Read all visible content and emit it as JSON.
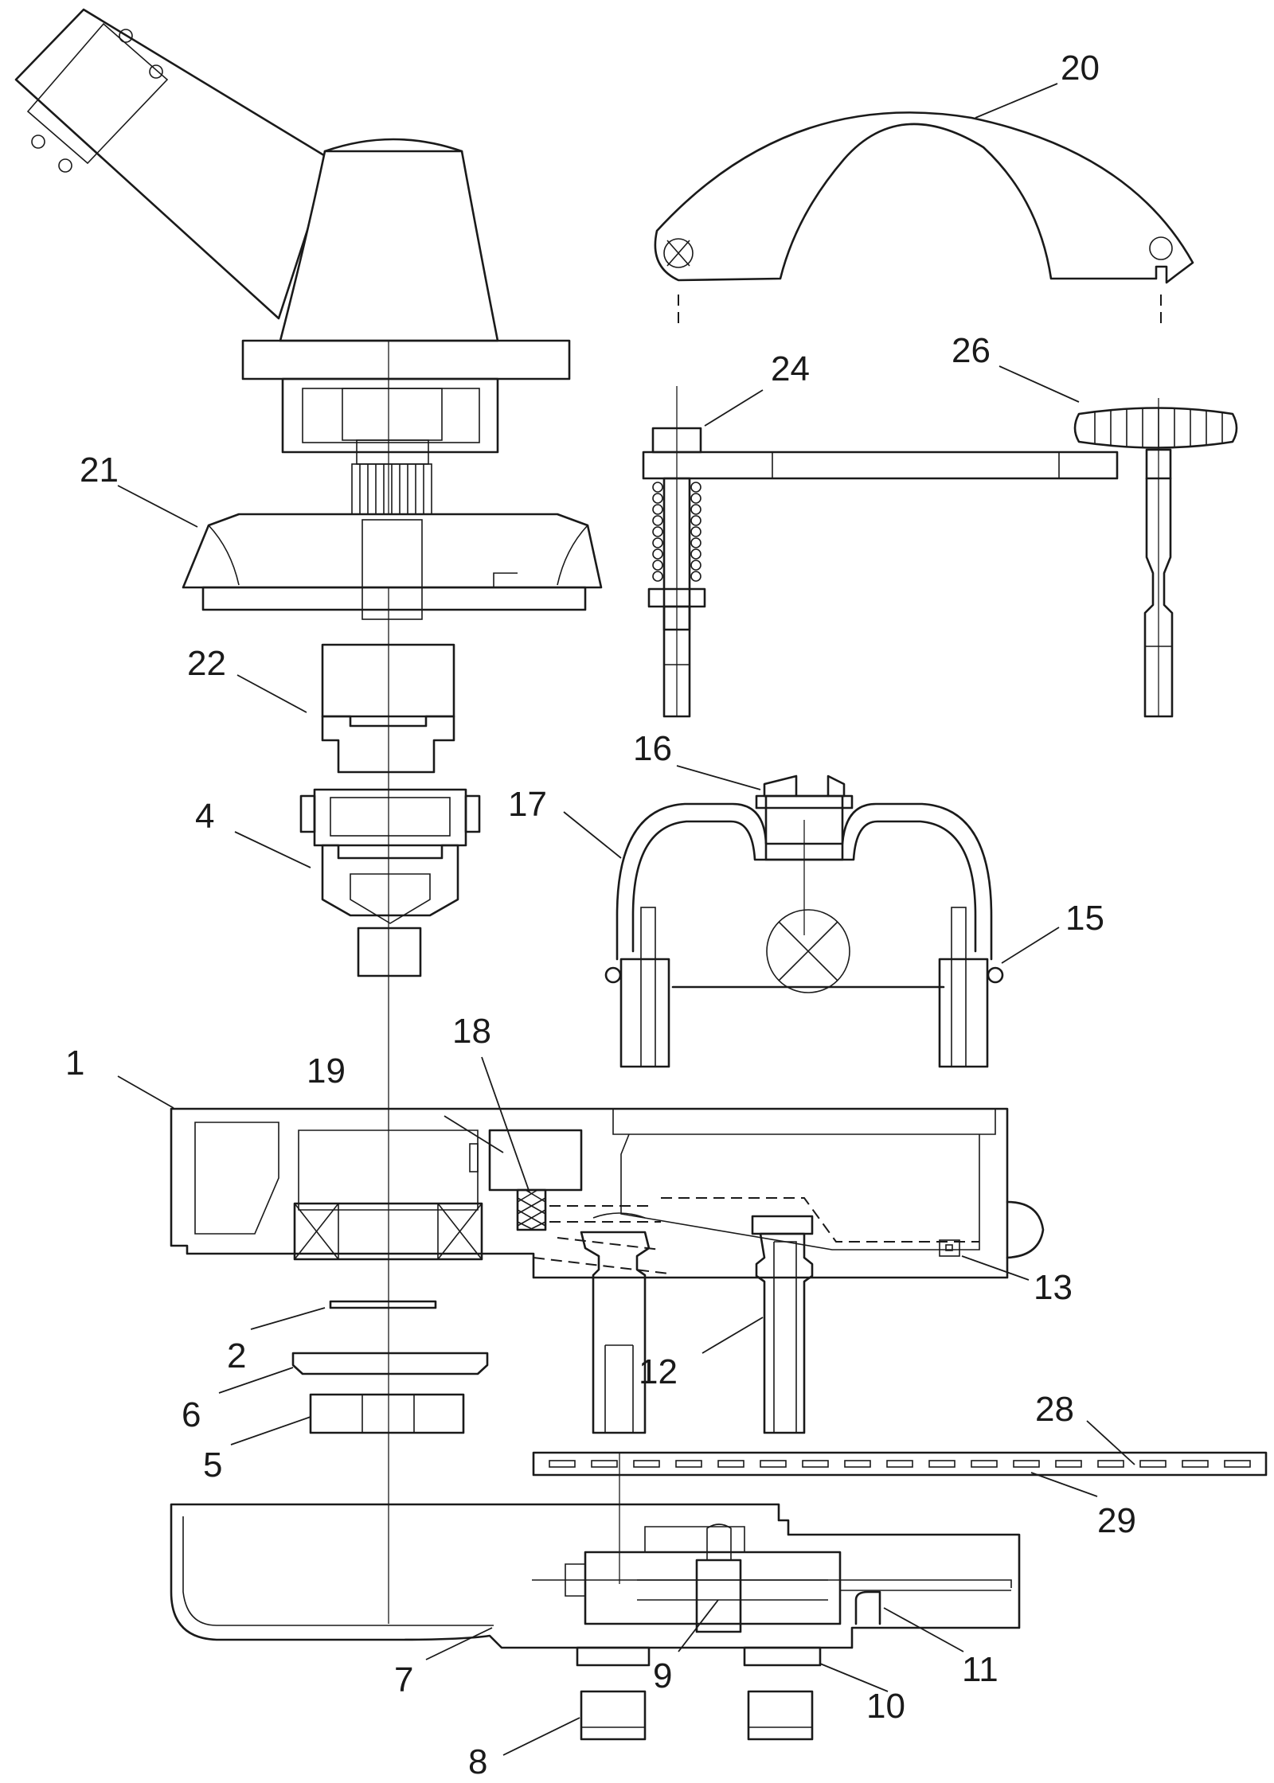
{
  "labels": {
    "l1": "1",
    "l2": "2",
    "l4": "4",
    "l5": "5",
    "l6": "6",
    "l7": "7",
    "l8": "8",
    "l9": "9",
    "l10": "10",
    "l11": "11",
    "l12": "12",
    "l13": "13",
    "l15": "15",
    "l16": "16",
    "l17": "17",
    "l18": "18",
    "l19": "19",
    "l20": "20",
    "l21": "21",
    "l22": "22",
    "l24": "24",
    "l26": "26",
    "l28": "28",
    "l29": "29"
  },
  "colors": {
    "line": "#1a1a1a",
    "background": "#ffffff"
  }
}
